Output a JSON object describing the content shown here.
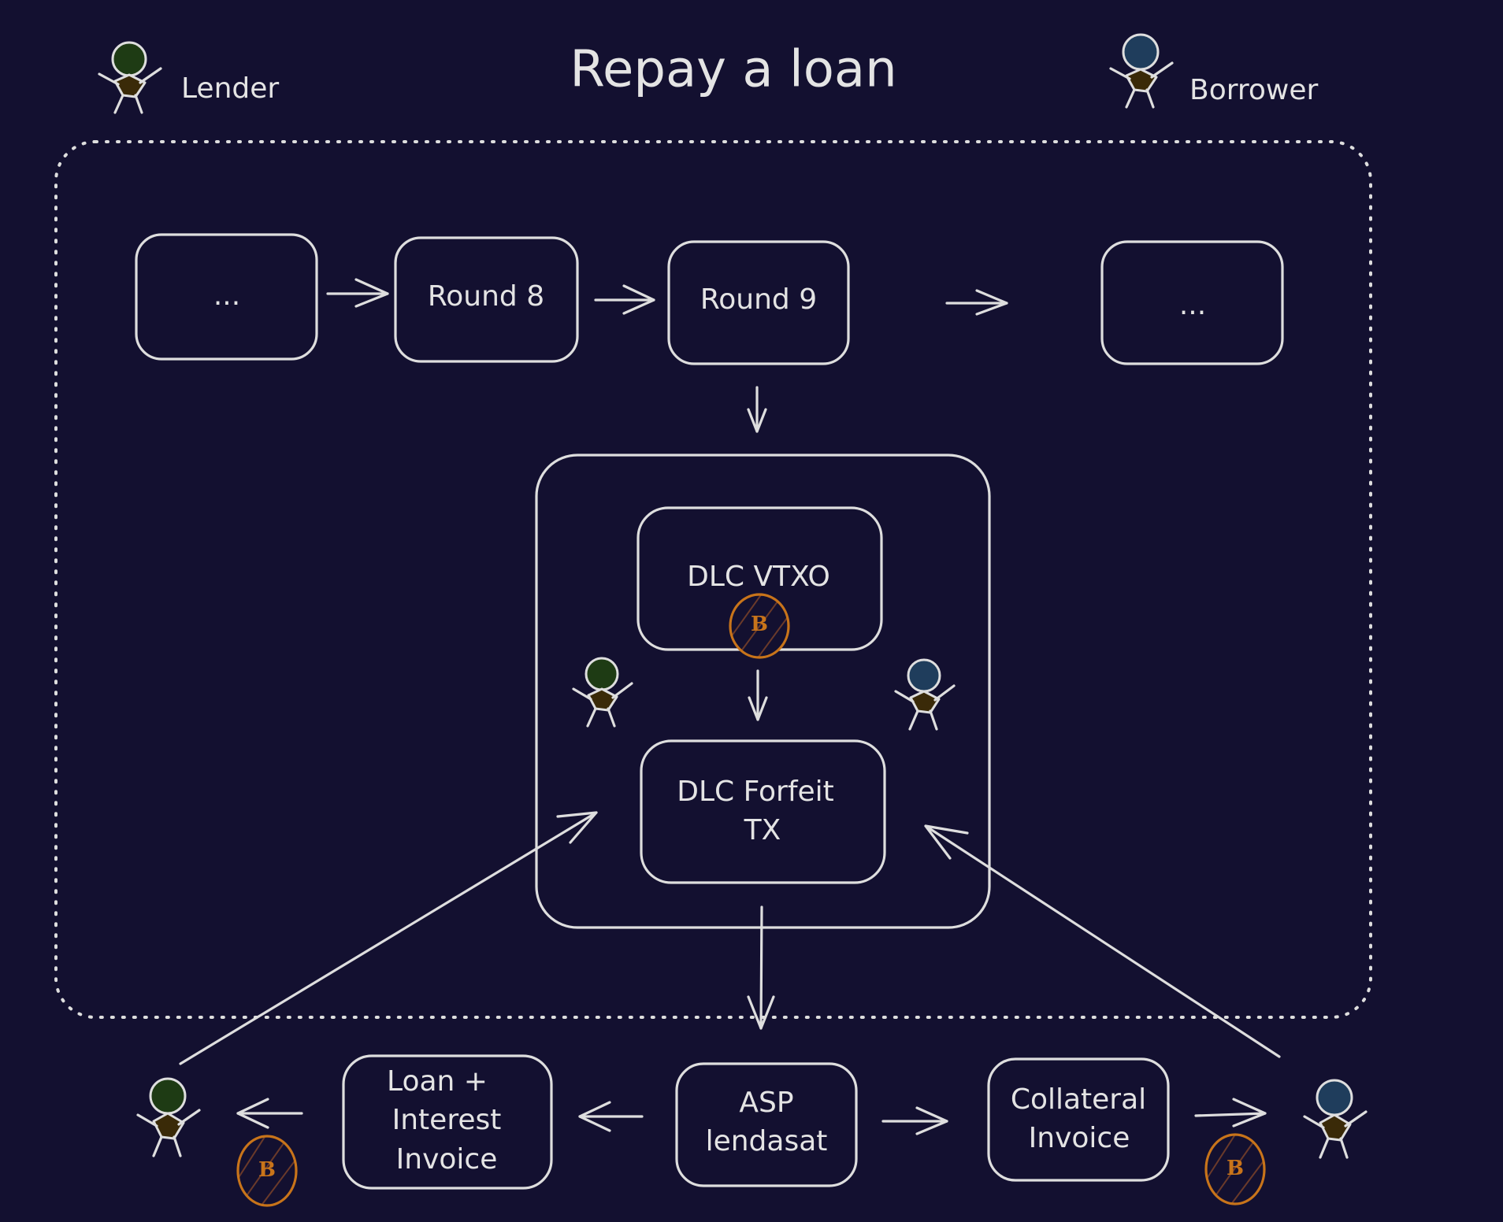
{
  "title": "Repay a loan",
  "legend": {
    "lender": {
      "label": "Lender",
      "head_color": "#1e3b14"
    },
    "borrower": {
      "label": "Borrower",
      "head_color": "#1f3d5c"
    }
  },
  "colors": {
    "background": "#131030",
    "stroke": "#dedede",
    "bitcoin": "#c8741a",
    "body": "#3a2a08"
  },
  "rounds": [
    {
      "label": "..."
    },
    {
      "label": "Round 8"
    },
    {
      "label": "Round 9"
    },
    {
      "label": "..."
    }
  ],
  "dlc": {
    "vtxo_label": "DLC VTXO",
    "forfeit_label_line1": "DLC Forfeit",
    "forfeit_label_line2": "TX"
  },
  "bottom": {
    "loan_invoice_lines": [
      "Loan +",
      "Interest",
      "Invoice"
    ],
    "asp_lines": [
      "ASP",
      "lendasat"
    ],
    "collateral_invoice_lines": [
      "Collateral",
      "Invoice"
    ]
  },
  "coin_symbol": "B"
}
